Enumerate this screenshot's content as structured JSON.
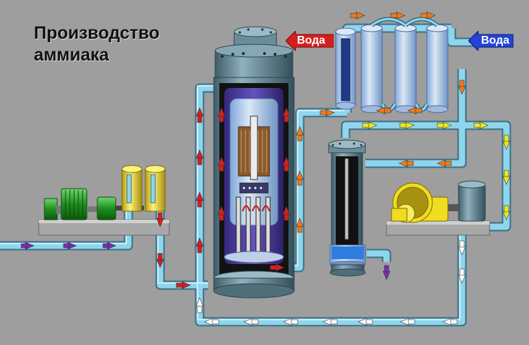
{
  "title": {
    "line1": "Производство",
    "line2": "аммиака"
  },
  "labels": {
    "water_out": "Вода",
    "water_in": "Вода"
  },
  "colors": {
    "background": "#9e9e9e",
    "pipe": "#8fd6ec",
    "pipe_edge": "#3a6f86",
    "flow_arrow_fresh": "#7a2bb0",
    "flow_arrow_hot": "#d42020",
    "flow_arrow_warm": "#f07a1c",
    "flow_arrow_cool": "#f0e820",
    "flow_arrow_return": "#ffffff",
    "water_out_arrow": "#d42020",
    "water_in_arrow": "#2244d8",
    "reactor_body": "#5a7e8c",
    "equipment_green": "#2a9a2a",
    "equipment_yellow": "#f0dc20"
  }
}
